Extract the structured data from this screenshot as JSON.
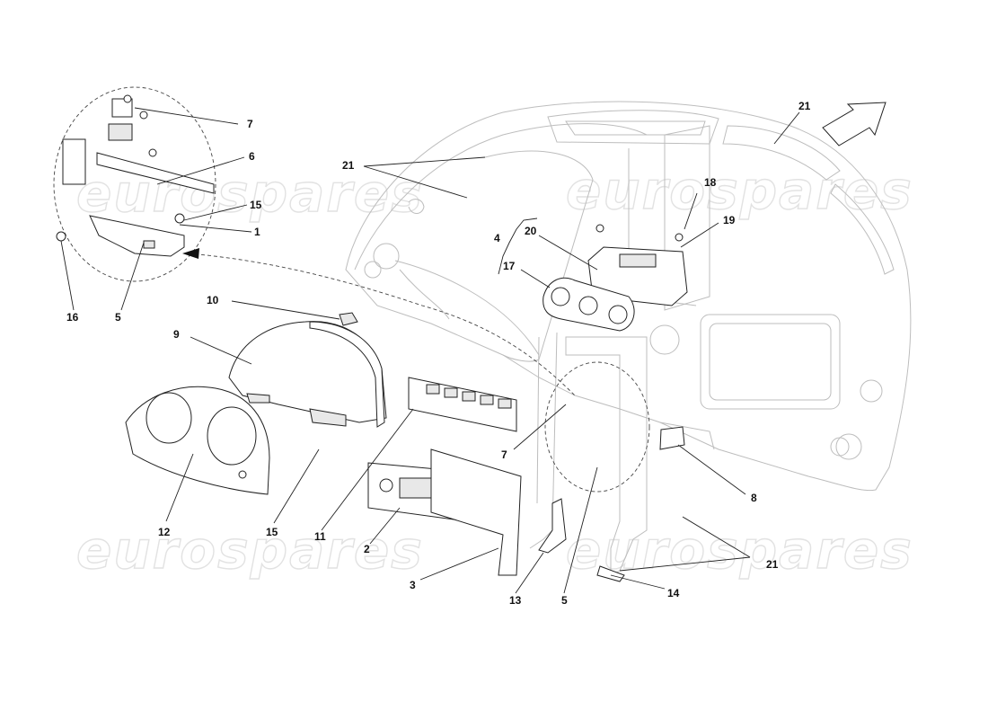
{
  "diagram": {
    "title": "Dashboard instrument panel exploded parts diagram",
    "watermark_text": "eurospares",
    "callouts": [
      {
        "id": "c-21a",
        "label": "21"
      },
      {
        "id": "c-21b",
        "label": "21"
      },
      {
        "id": "c-21c",
        "label": "21"
      },
      {
        "id": "c-7a",
        "label": "7"
      },
      {
        "id": "c-6",
        "label": "6"
      },
      {
        "id": "c-15a",
        "label": "15"
      },
      {
        "id": "c-1",
        "label": "1"
      },
      {
        "id": "c-16",
        "label": "16"
      },
      {
        "id": "c-5a",
        "label": "5"
      },
      {
        "id": "c-10",
        "label": "10"
      },
      {
        "id": "c-9",
        "label": "9"
      },
      {
        "id": "c-12",
        "label": "12"
      },
      {
        "id": "c-15b",
        "label": "15"
      },
      {
        "id": "c-11",
        "label": "11"
      },
      {
        "id": "c-2",
        "label": "2"
      },
      {
        "id": "c-3",
        "label": "3"
      },
      {
        "id": "c-13",
        "label": "13"
      },
      {
        "id": "c-5b",
        "label": "5"
      },
      {
        "id": "c-14",
        "label": "14"
      },
      {
        "id": "c-8",
        "label": "8"
      },
      {
        "id": "c-7b",
        "label": "7"
      },
      {
        "id": "c-4",
        "label": "4"
      },
      {
        "id": "c-20",
        "label": "20"
      },
      {
        "id": "c-17",
        "label": "17"
      },
      {
        "id": "c-18",
        "label": "18"
      },
      {
        "id": "c-19",
        "label": "19"
      }
    ]
  }
}
